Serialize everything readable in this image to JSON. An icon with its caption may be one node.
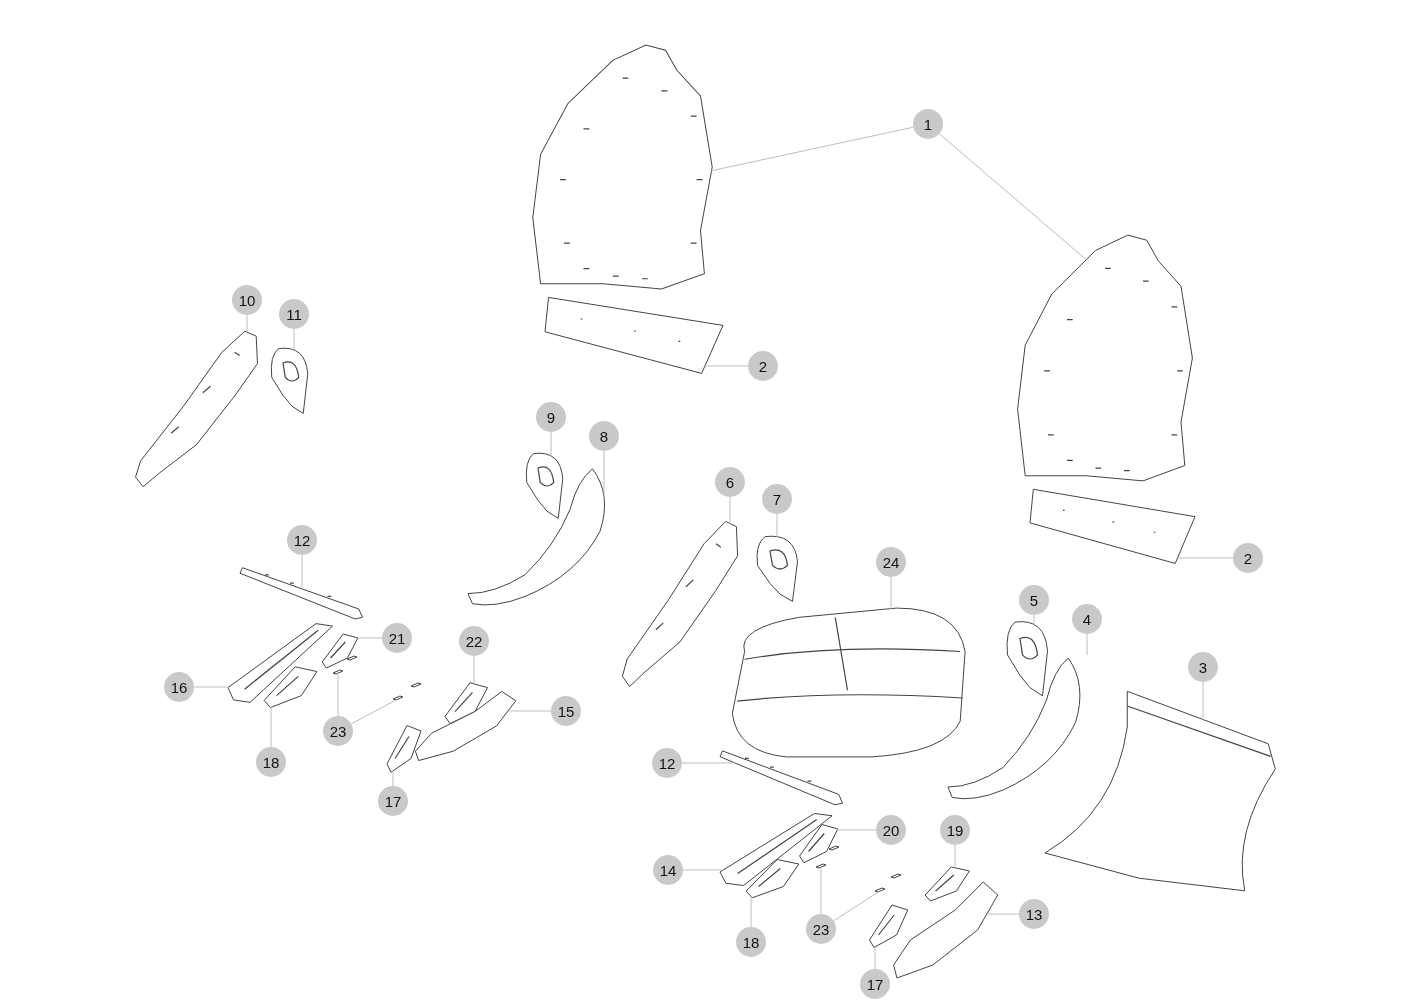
{
  "diagram": {
    "nodes": [
      {
        "text": [
          "1"
        ]
      },
      {
        "text": [
          "2"
        ]
      },
      {
        "text": [
          "2"
        ]
      },
      {
        "text": [
          "3"
        ]
      },
      {
        "text": [
          "4"
        ]
      },
      {
        "text": [
          "5"
        ]
      },
      {
        "text": [
          "6"
        ]
      },
      {
        "text": [
          "7"
        ]
      },
      {
        "text": [
          "8"
        ]
      },
      {
        "text": [
          "9"
        ]
      },
      {
        "text": [
          "10"
        ]
      },
      {
        "text": [
          "11"
        ]
      },
      {
        "text": [
          "12"
        ]
      },
      {
        "text": [
          "12"
        ]
      },
      {
        "text": [
          "13"
        ]
      },
      {
        "text": [
          "14"
        ]
      },
      {
        "text": [
          "15"
        ]
      },
      {
        "text": [
          "16"
        ]
      },
      {
        "text": [
          "17"
        ]
      },
      {
        "text": [
          "17"
        ]
      },
      {
        "text": [
          "18"
        ]
      },
      {
        "text": [
          "18"
        ]
      },
      {
        "text": [
          "19"
        ]
      },
      {
        "text": [
          "20"
        ]
      },
      {
        "text": [
          "21"
        ]
      },
      {
        "text": [
          "22"
        ]
      },
      {
        "text": [
          "23"
        ]
      },
      {
        "text": [
          "23"
        ]
      },
      {
        "text": [
          "24"
        ]
      },
      {
        "text": [],
        "shape": "picture"
      },
      {
        "text": [],
        "shape": "picture"
      },
      {
        "text": [],
        "shape": "picture"
      },
      {
        "text": [],
        "shape": "picture"
      },
      {
        "text": [],
        "shape": "picture"
      },
      {
        "text": [],
        "shape": "picture"
      },
      {
        "text": [],
        "shape": "picture"
      },
      {
        "text": [],
        "shape": "picture"
      },
      {
        "text": [],
        "shape": "picture"
      },
      {
        "text": [],
        "shape": "picture"
      },
      {
        "text": [],
        "shape": "picture"
      },
      {
        "text": [],
        "shape": "picture"
      },
      {
        "text": [],
        "shape": "picture"
      },
      {
        "text": [],
        "shape": "picture"
      },
      {
        "text": [],
        "shape": "picture"
      },
      {
        "text": [],
        "shape": "picture"
      },
      {
        "text": [],
        "shape": "picture"
      },
      {
        "text": [],
        "shape": "picture"
      },
      {
        "text": [],
        "shape": "picture"
      },
      {
        "text": [],
        "shape": "picture"
      },
      {
        "text": [],
        "shape": "picture"
      },
      {
        "text": [],
        "shape": "picture"
      },
      {
        "text": [],
        "shape": "picture"
      },
      {
        "text": [],
        "shape": "picture"
      },
      {
        "text": [],
        "shape": "picture"
      },
      {
        "text": [],
        "shape": "picture"
      },
      {
        "text": [],
        "shape": "picture"
      },
      {
        "text": [],
        "shape": "picture"
      },
      {
        "text": [],
        "shape": "picture"
      },
      {
        "text": [],
        "shape": "picture"
      },
      {
        "text": [],
        "shape": "picture"
      },
      {
        "text": [],
        "shape": "picture"
      }
    ],
    "edges": [
      {
        "from": 0,
        "to": 29,
        "arrow": "none"
      },
      {
        "from": 0,
        "to": 30,
        "arrow": "none"
      },
      {
        "from": 1,
        "to": 31,
        "arrow": "none"
      },
      {
        "from": 2,
        "to": 32,
        "arrow": "none"
      },
      {
        "from": 3,
        "to": 42,
        "arrow": "none"
      },
      {
        "from": 4,
        "to": 41,
        "arrow": "none"
      },
      {
        "from": 5,
        "to": 40,
        "arrow": "none"
      },
      {
        "from": 6,
        "to": 37,
        "arrow": "none"
      },
      {
        "from": 7,
        "to": 38,
        "arrow": "none"
      },
      {
        "from": 8,
        "to": 36,
        "arrow": "none"
      },
      {
        "from": 9,
        "to": 35,
        "arrow": "none"
      },
      {
        "from": 10,
        "to": 33,
        "arrow": "none"
      },
      {
        "from": 11,
        "to": 34,
        "arrow": "none"
      },
      {
        "from": 12,
        "to": 43,
        "arrow": "none"
      },
      {
        "from": 13,
        "to": 52,
        "arrow": "none"
      },
      {
        "from": 14,
        "to": 59,
        "arrow": "none"
      },
      {
        "from": 15,
        "to": 53,
        "arrow": "none"
      },
      {
        "from": 16,
        "to": 50,
        "arrow": "none"
      },
      {
        "from": 17,
        "to": 44,
        "arrow": "none"
      },
      {
        "from": 18,
        "to": 51,
        "arrow": "none"
      },
      {
        "from": 19,
        "to": 60,
        "arrow": "none"
      },
      {
        "from": 20,
        "to": 46,
        "arrow": "none"
      },
      {
        "from": 21,
        "to": 55,
        "arrow": "none"
      },
      {
        "from": 22,
        "to": 58,
        "arrow": "none"
      },
      {
        "from": 23,
        "to": 54,
        "arrow": "none"
      },
      {
        "from": 24,
        "to": 45,
        "arrow": "none"
      },
      {
        "from": 25,
        "to": 49,
        "arrow": "none"
      },
      {
        "from": 26,
        "to": 47,
        "arrow": "none"
      },
      {
        "from": 26,
        "to": 48,
        "arrow": "none"
      },
      {
        "from": 27,
        "to": 56,
        "arrow": "none"
      },
      {
        "from": 27,
        "to": 57,
        "arrow": "none"
      },
      {
        "from": 28,
        "to": 39,
        "arrow": "none"
      }
    ]
  }
}
